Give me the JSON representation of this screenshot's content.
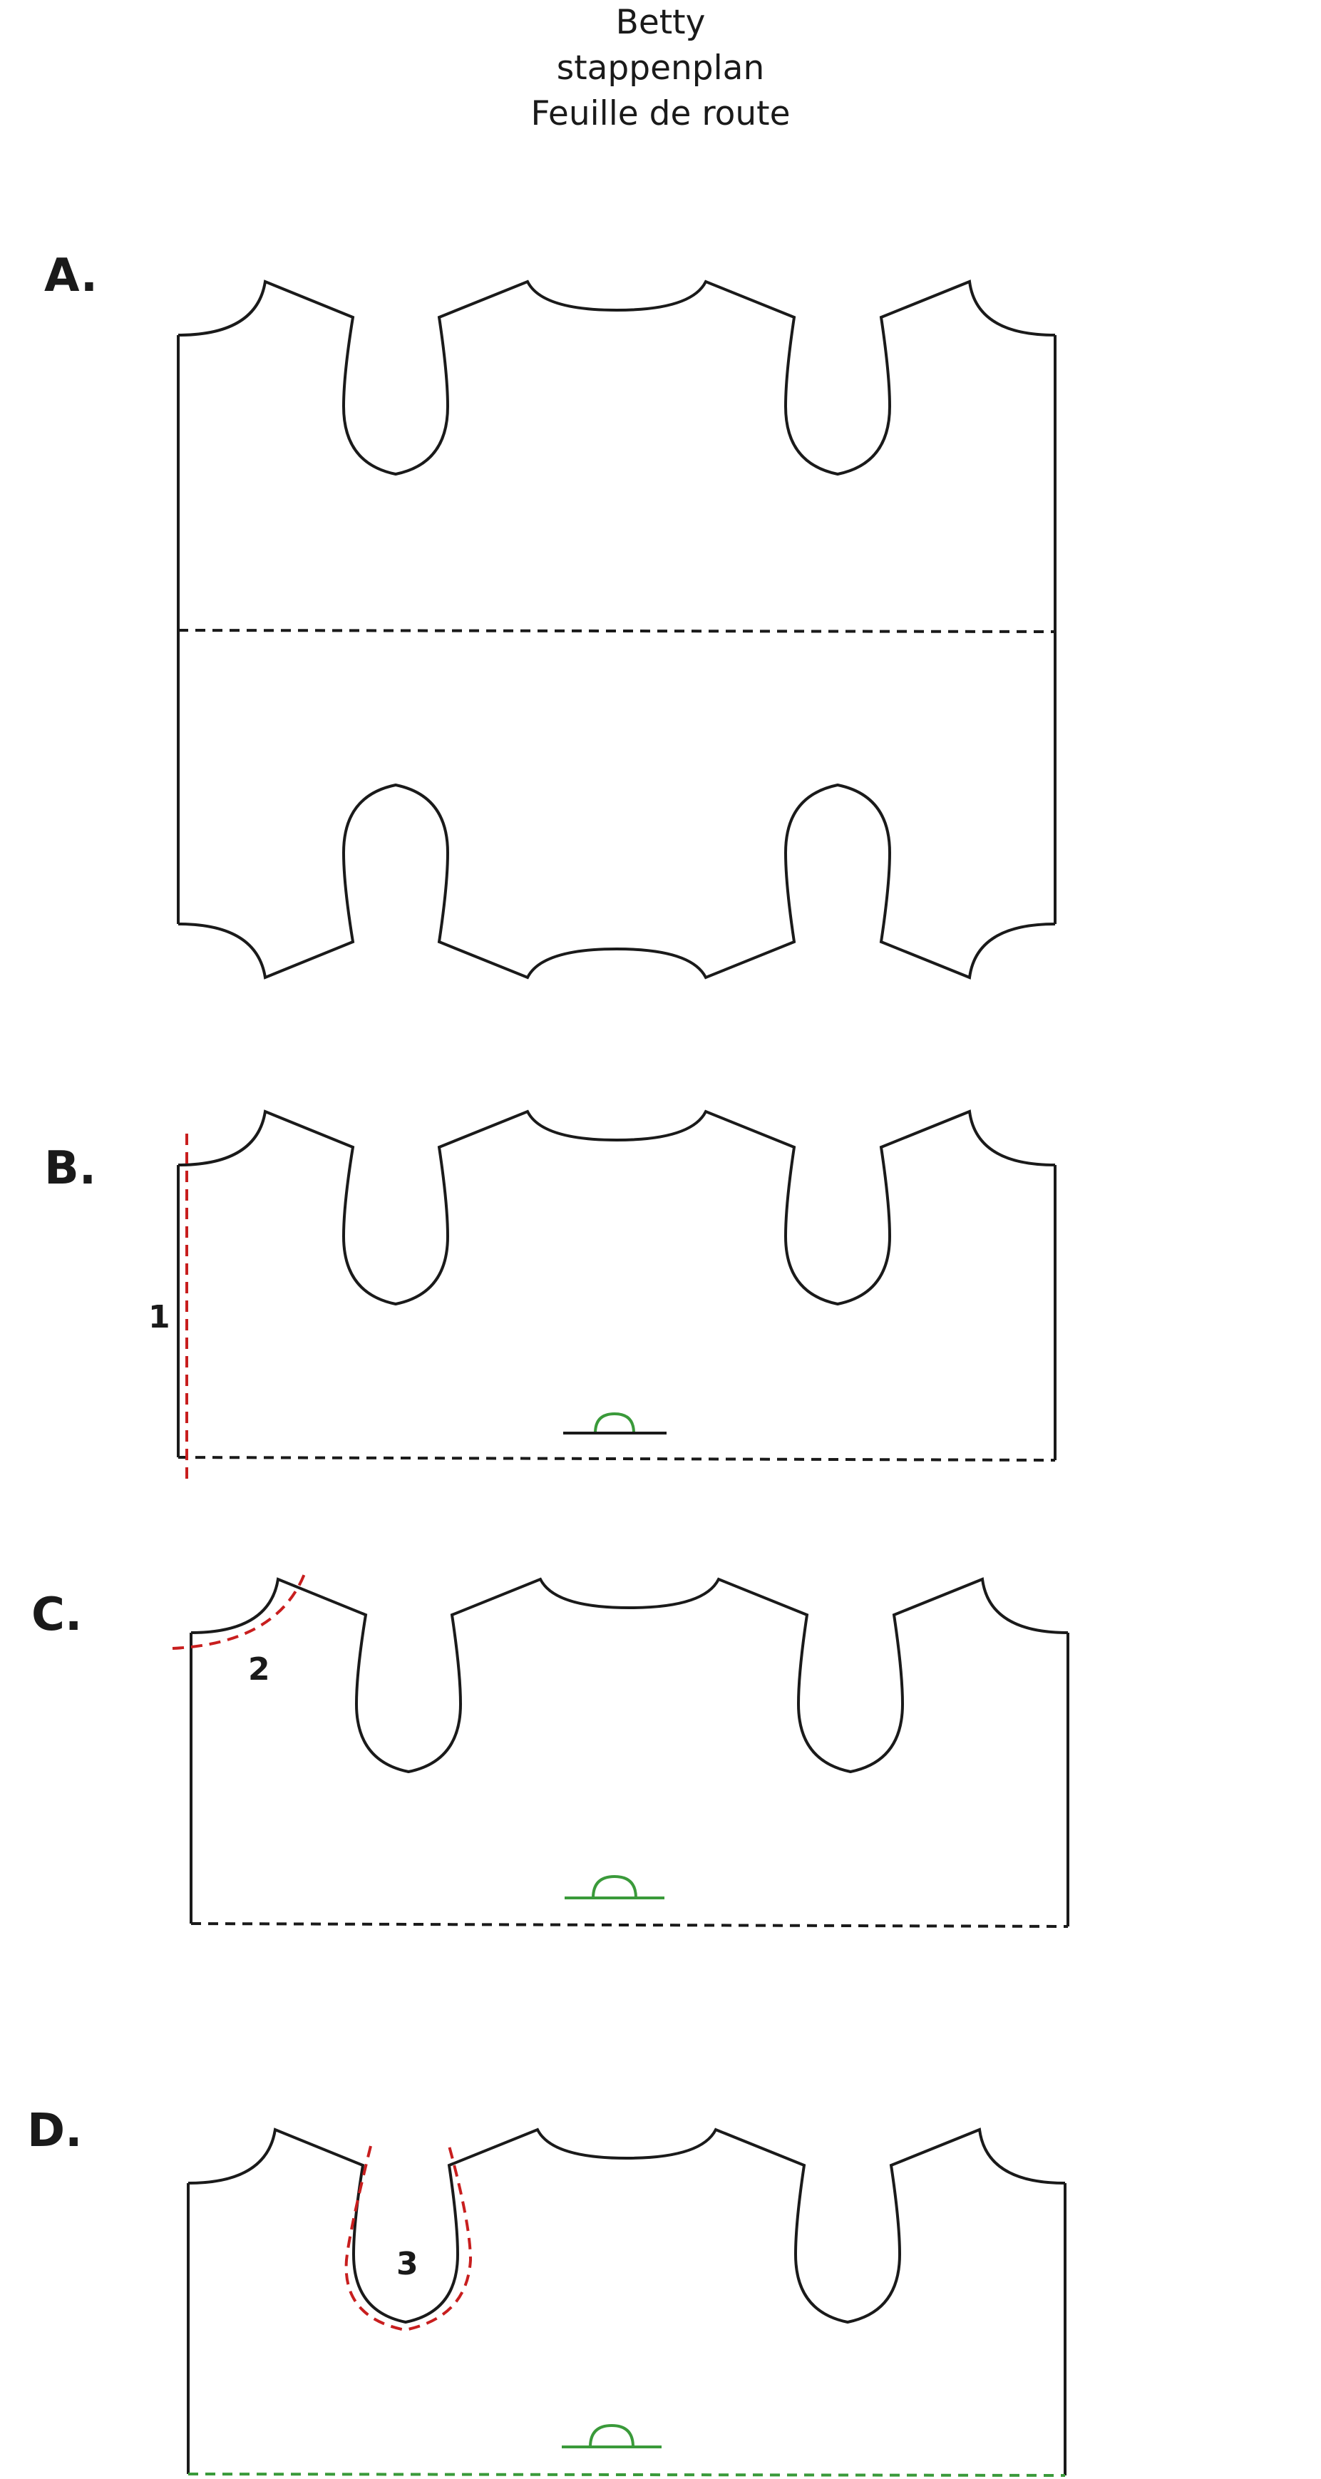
{
  "header": {
    "title": "Betty",
    "subtitle_nl": "stappenplan",
    "subtitle_fr": "Feuille de route"
  },
  "steps": [
    {
      "label": "A."
    },
    {
      "label": "B.",
      "number": "1"
    },
    {
      "label": "C.",
      "number": "2"
    },
    {
      "label": "D.",
      "number": "3"
    }
  ],
  "colors": {
    "outline": "#1a1a1a",
    "highlight_red": "#c81e1e",
    "marker_green": "#3a9a3a"
  }
}
